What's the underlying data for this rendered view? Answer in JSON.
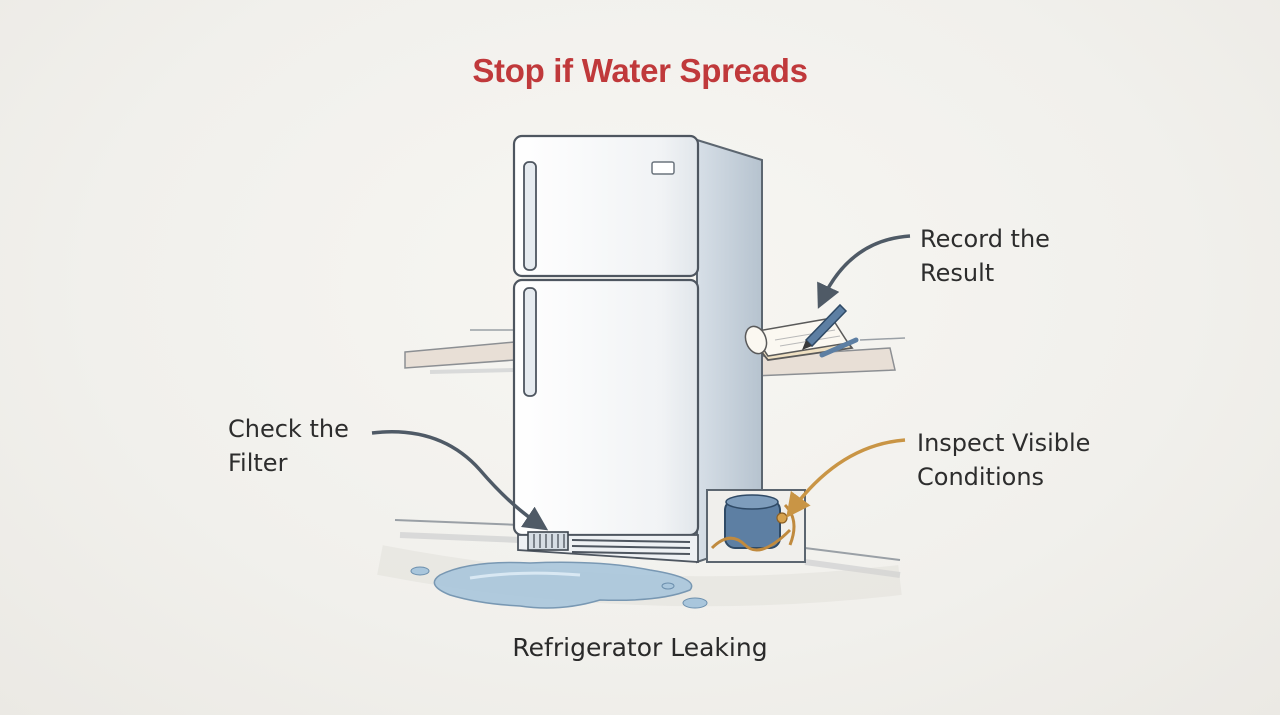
{
  "title": "Stop if Water Spreads",
  "caption": "Refrigerator Leaking",
  "callouts": {
    "filter": {
      "line1": "Check the",
      "line2": "Filter"
    },
    "record": {
      "line1": "Record the",
      "line2": "Result"
    },
    "inspect": {
      "line1": "Inspect Visible",
      "line2": "Conditions"
    }
  },
  "colors": {
    "title": "#c0393b",
    "arrow_dark": "#4f5a66",
    "arrow_accent": "#c99545",
    "fridge_body": "#f6f7f8",
    "fridge_side": "#c9d3dd",
    "water": "#a9c6dc"
  },
  "icons": [
    "refrigerator-icon",
    "notepad-icon",
    "pencil-icon",
    "compressor-icon",
    "water-puddle-icon"
  ]
}
